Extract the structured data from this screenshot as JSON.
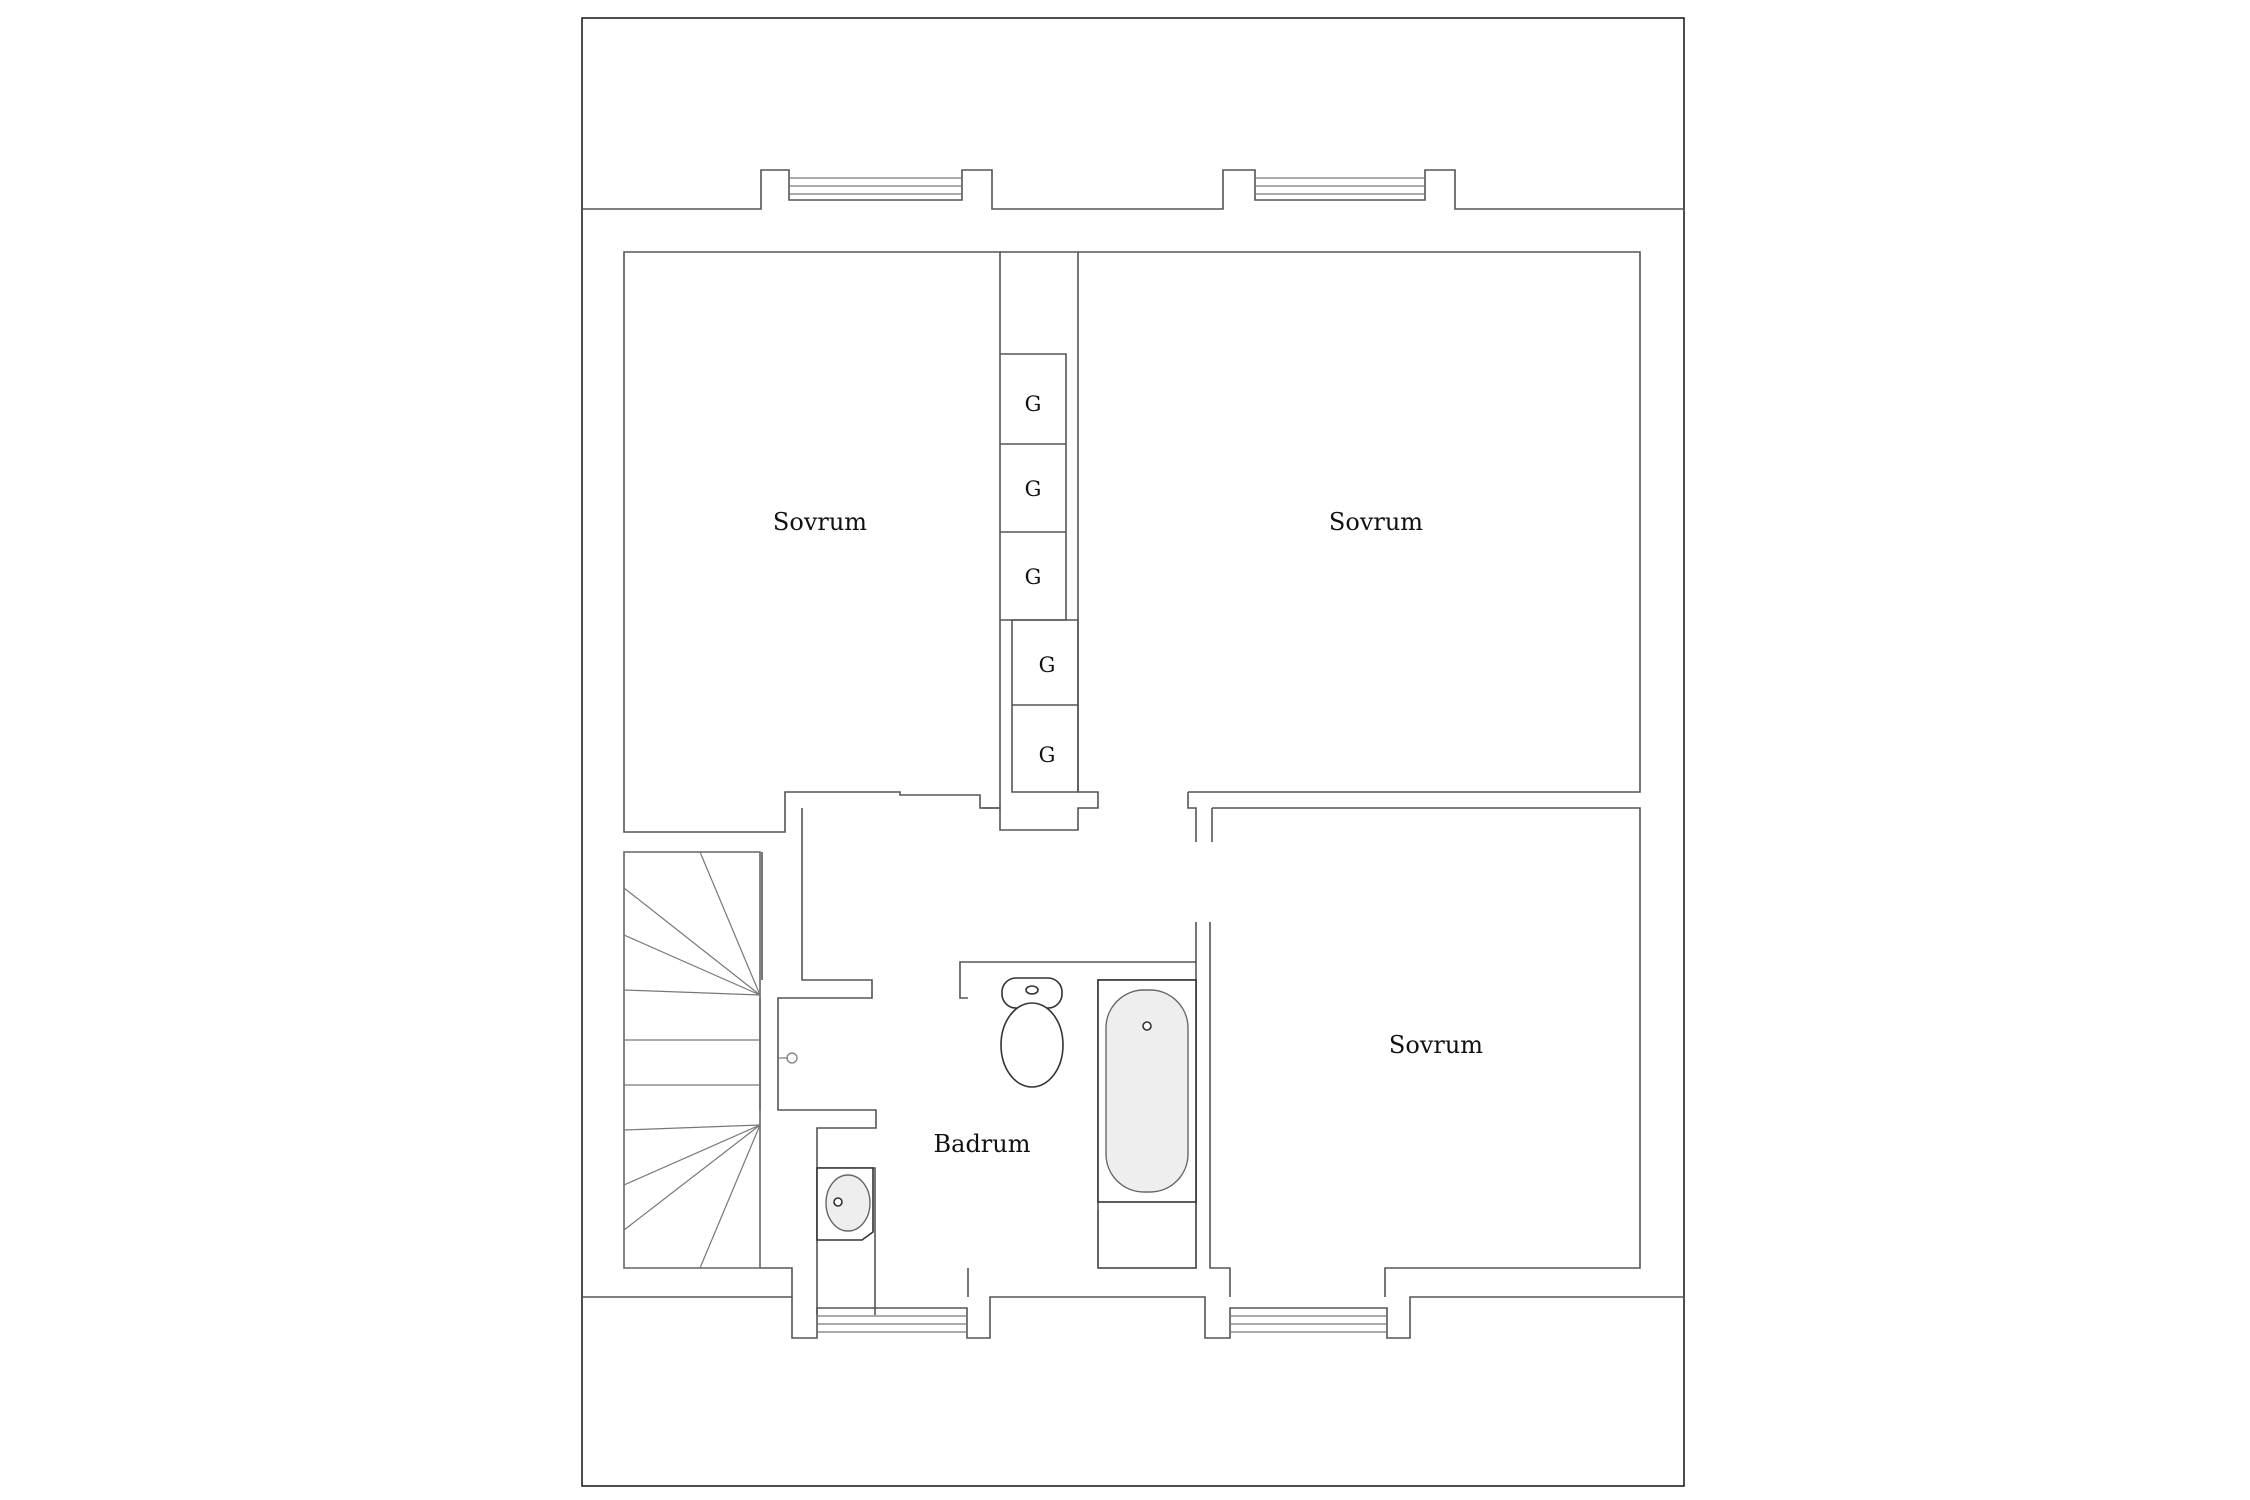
{
  "rooms": {
    "sovrum_nw": "Sovrum",
    "sovrum_ne": "Sovrum",
    "sovrum_se": "Sovrum",
    "badrum": "Badrum"
  },
  "closets": [
    "G",
    "G",
    "G",
    "G",
    "G"
  ],
  "colors": {
    "background": "#ffffff",
    "walls": "#555555",
    "text": "#111111"
  }
}
